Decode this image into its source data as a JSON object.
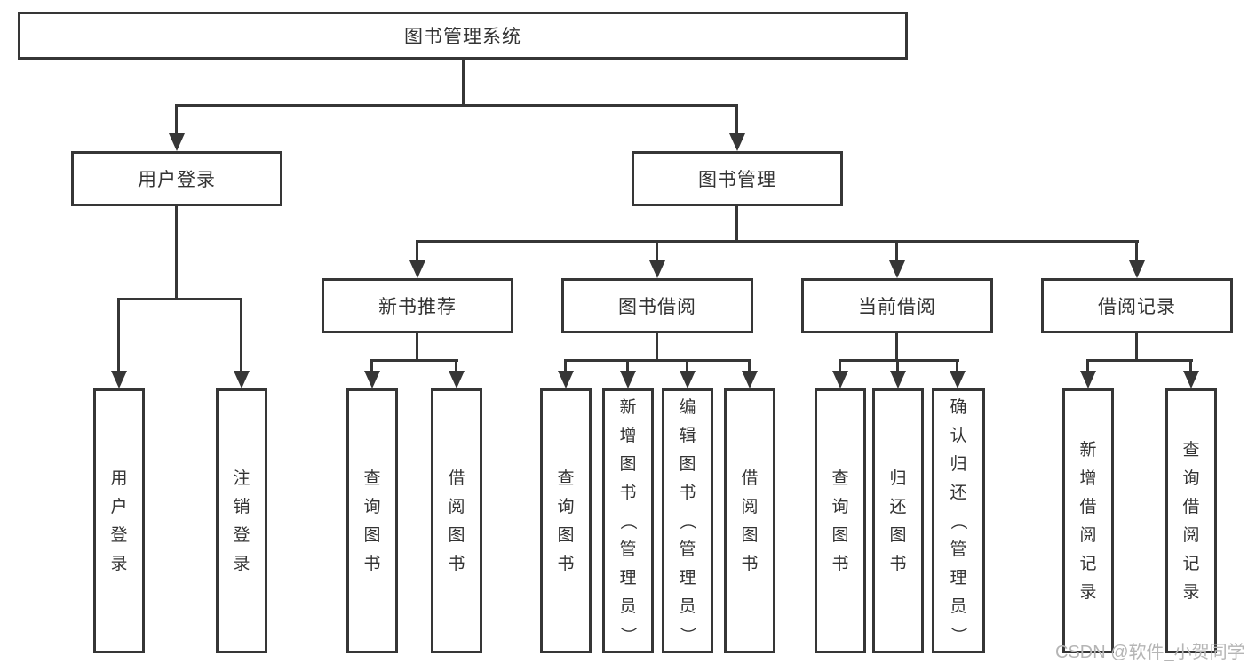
{
  "diagram": {
    "title": "图书管理系统",
    "root": {
      "label": "图书管理系统"
    },
    "level2": [
      {
        "id": "user-login",
        "label": "用户登录",
        "parent": "图书管理系统"
      },
      {
        "id": "book-management",
        "label": "图书管理",
        "parent": "图书管理系统"
      }
    ],
    "level3": [
      {
        "id": "new-book-recommendation",
        "label": "新书推荐",
        "parent": "图书管理"
      },
      {
        "id": "book-borrowing",
        "label": "图书借阅",
        "parent": "图书管理"
      },
      {
        "id": "current-borrowing",
        "label": "当前借阅",
        "parent": "图书管理"
      },
      {
        "id": "borrowing-records",
        "label": "借阅记录",
        "parent": "图书管理"
      }
    ],
    "leaves": [
      {
        "id": "leaf-user-login",
        "label": "用户登录",
        "parent": "用户登录"
      },
      {
        "id": "leaf-logout",
        "label": "注销登录",
        "parent": "用户登录"
      },
      {
        "id": "leaf-query-books-recommend",
        "label": "查询图书",
        "parent": "新书推荐"
      },
      {
        "id": "leaf-borrow-books-recommend",
        "label": "借阅图书",
        "parent": "新书推荐"
      },
      {
        "id": "leaf-query-books-borrow",
        "label": "查询图书",
        "parent": "图书借阅"
      },
      {
        "id": "leaf-add-books-admin",
        "label": "新增图书（管理员）",
        "parent": "图书借阅"
      },
      {
        "id": "leaf-edit-books-admin",
        "label": "编辑图书（管理员）",
        "parent": "图书借阅"
      },
      {
        "id": "leaf-borrow-books-borrow",
        "label": "借阅图书",
        "parent": "图书借阅"
      },
      {
        "id": "leaf-query-books-current",
        "label": "查询图书",
        "parent": "当前借阅"
      },
      {
        "id": "leaf-return-books",
        "label": "归还图书",
        "parent": "当前借阅"
      },
      {
        "id": "leaf-confirm-return-admin",
        "label": "确认归还（管理员）",
        "parent": "当前借阅"
      },
      {
        "id": "leaf-add-borrow-record",
        "label": "新增借阅记录",
        "parent": "借阅记录"
      },
      {
        "id": "leaf-query-borrow-record",
        "label": "查询借阅记录",
        "parent": "借阅记录"
      }
    ]
  },
  "watermark": {
    "text": "CSDN @软件_小贺同学"
  },
  "colors": {
    "line": "#363636",
    "border": "#363636",
    "text": "#333333",
    "background": "#ffffff",
    "watermark": "#b5b5b5"
  }
}
